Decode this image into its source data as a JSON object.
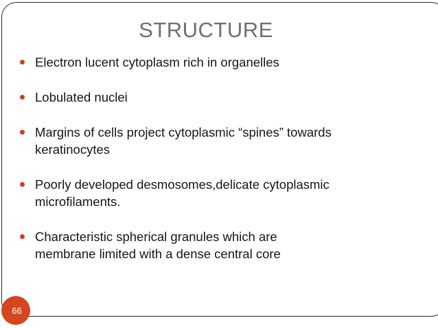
{
  "slide": {
    "title": "STRUCTURE",
    "title_color": "#6f6f6f",
    "body_color": "#161616",
    "accent_color": "#c8431c",
    "badge_color": "#d4471e",
    "background_color": "#ffffff",
    "border_color": "#262626",
    "bullets": [
      {
        "text": "Electron lucent cytoplasm rich in organelles"
      },
      {
        "text": "Lobulated nuclei"
      },
      {
        "text": "Margins of cells project cytoplasmic “spines” towards\nkeratinocytes"
      },
      {
        "text": "Poorly developed desmosomes,delicate cytoplasmic\nmicrofilaments."
      },
      {
        "text": "Characteristic spherical granules which are\nmembrane limited with a dense central core"
      }
    ],
    "page_number": "66",
    "bullet_icon": "bullet-dot-icon"
  }
}
